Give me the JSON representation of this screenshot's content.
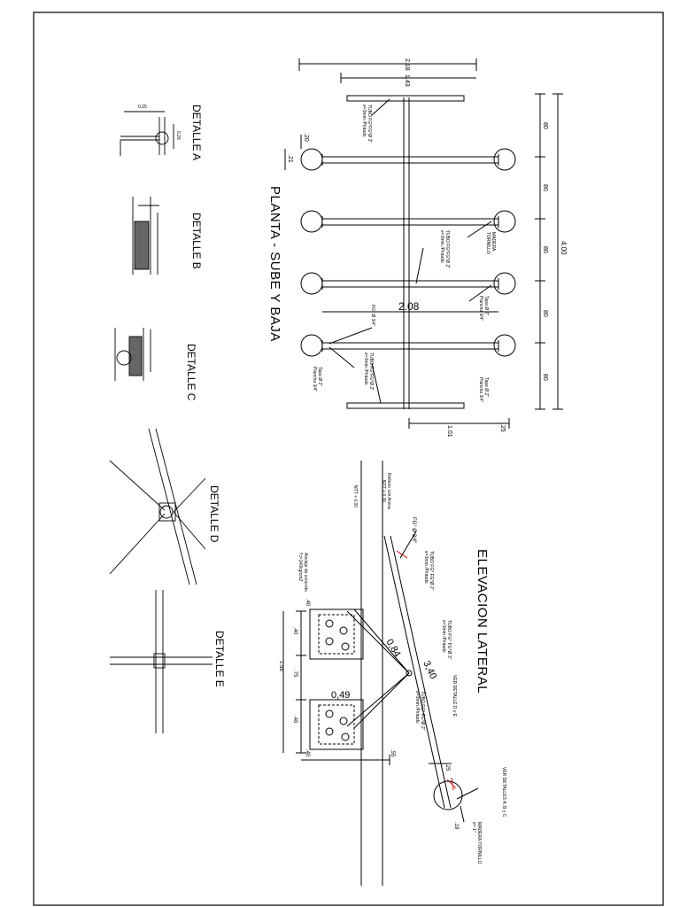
{
  "titles": {
    "plan": "PLANTA - SUBE Y BAJA",
    "elevation": "ELEVACION LATERAL",
    "detail_a": "DETALLE A",
    "detail_b": "DETALLE B",
    "detail_c": "DETALLE C",
    "detail_d": "DETALLE D",
    "detail_e": "DETALLE E"
  },
  "plan": {
    "dim_total": "2.18",
    "dim_partial": "1.43",
    "dim_spans": [
      "80",
      "80",
      "80",
      "80",
      "80"
    ],
    "dim_total_length": "4.00",
    "dim_inner_length": "2.08",
    "dim_end_a": ".20",
    "dim_end_b": ".21",
    "dim_right_width": "1.01",
    "dim_right_end": ".25",
    "labels": {
      "tubo_3": "TUBO FG°FG°Ø 3\"",
      "tubo_3_spec": "e=3mm /Pintado",
      "tubo_2": "TUBO FG°FG°Ø 2\"",
      "tubo_2_spec": "e=3mm /Pintado",
      "madera": "MADERA",
      "tornillo": "TORNILLO",
      "tapa_2": "Tapa Ø 2\"",
      "plancha": "Plancha 3/4\"",
      "tubo_fg": "FG° Ø 3/4\""
    }
  },
  "elevation": {
    "npt_1": "NTT + 0.00",
    "npt_2": "NTT + 0.30",
    "relleno": "Relleno con Arena",
    "fg_label": "FG° Ø 3/4\"",
    "tubo_2": "TUBO FG° FG°Ø 2\"",
    "tubo_2_spec": "e=3mm /Pintado",
    "tubo_3": "TUBO FG° FG°Ø 3\"",
    "tubo_3_spec": "e=3mm /Pintado",
    "ver_detalle": "VER DETALLE D y E",
    "ver_detalles_abc": "VER DETALLES A, B y C",
    "madera": "MADERA TORNILLO",
    "madera_spec": "e= 1\"",
    "anclaje": "Anclaje de concreto",
    "anclaje_spec": "f'c=140kg/cm2",
    "dim_084": "0,84",
    "dim_340": "3,40",
    "dim_049": "0,49",
    "dim_40a": ".40",
    "dim_40b": ".40",
    "dim_40c": ".40",
    "dim_40d": ".40",
    "dim_75": ".75",
    "dim_158": "1.58",
    "dim_55": ".55",
    "dim_25": ".25",
    "dim_18": ".18"
  },
  "details": {
    "a_dim_025": "0.25",
    "a_dim_026": "0.26"
  }
}
